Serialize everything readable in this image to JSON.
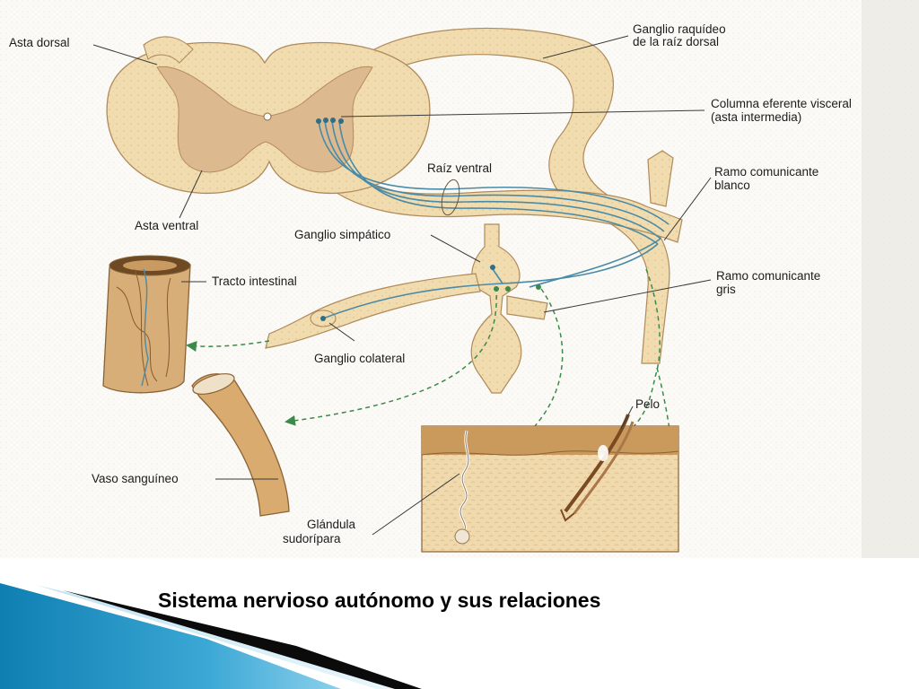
{
  "caption": "Sistema  nervioso autónomo y sus relaciones",
  "labels": {
    "asta_dorsal": "Asta dorsal",
    "ganglio_raquideo_l1": "Ganglio raquídeo",
    "ganglio_raquideo_l2": "de la raíz dorsal",
    "columna_eferente_l1": "Columna eferente visceral",
    "columna_eferente_l2": "(asta intermedia)",
    "raiz_ventral": "Raíz ventral",
    "ramo_blanco_l1": "Ramo comunicante",
    "ramo_blanco_l2": "blanco",
    "asta_ventral": "Asta ventral",
    "ganglio_simpatico": "Ganglio simpático",
    "tracto_intestinal": "Tracto intestinal",
    "ramo_gris_l1": "Ramo comunicante",
    "ramo_gris_l2": "gris",
    "ganglio_colateral": "Ganglio colateral",
    "pelo": "Pelo",
    "vaso_sanguineo": "Vaso sanguíneo",
    "glandula_l1": "Glándula",
    "glandula_l2": "sudorípara"
  },
  "colors": {
    "tissue": "#f1dcb0",
    "gray_matter": "#dcb68c",
    "nerve_fiber": "#4a8aa6",
    "dashed_fiber": "#3c8a4a",
    "skin_dark": "#b9874e",
    "footer_blue": "#1a8fc0",
    "footer_dark": "#0b0b0b"
  }
}
